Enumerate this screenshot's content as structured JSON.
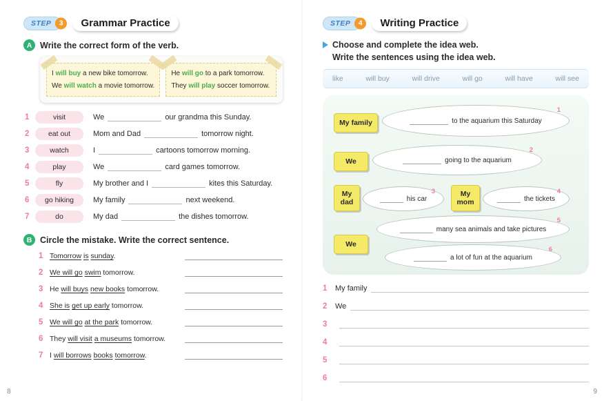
{
  "colors": {
    "step_badge_bg": "#cfe6f7",
    "step_text": "#3b7fc4",
    "step_number_bg": "#f39a2a",
    "section_marker_green": "#2fb273",
    "example_verb_green": "#4cae4f",
    "item_number_pink": "#ef7ba2",
    "verb_pill_pink": "#fbe3ea",
    "web_box_yellow": "#f5e968",
    "web_background_green": "#e9f4ee",
    "word_bank_text": "#8b99ab"
  },
  "left_page": {
    "step_label": "STEP",
    "step_number": "3",
    "title": "Grammar Practice",
    "page_number": "8",
    "section_a": {
      "marker": "A",
      "heading": "Write the correct form of the verb.",
      "example_left": [
        {
          "pre": "I ",
          "verb": "will buy",
          "post": " a new bike tomorrow."
        },
        {
          "pre": "We ",
          "verb": "will watch",
          "post": " a movie tomorrow."
        }
      ],
      "example_right": [
        {
          "pre": "He ",
          "verb": "will go",
          "post": " to a park tomorrow."
        },
        {
          "pre": "They ",
          "verb": "will play",
          "post": " soccer tomorrow."
        }
      ],
      "items": [
        {
          "num": "1",
          "verb": "visit",
          "pre": "We",
          "post": "our grandma this Sunday."
        },
        {
          "num": "2",
          "verb": "eat out",
          "pre": "Mom and Dad",
          "post": "tomorrow night."
        },
        {
          "num": "3",
          "verb": "watch",
          "pre": "I",
          "post": "cartoons tomorrow morning."
        },
        {
          "num": "4",
          "verb": "play",
          "pre": "We",
          "post": "card games tomorrow."
        },
        {
          "num": "5",
          "verb": "fly",
          "pre": "My brother and I",
          "post": "kites this Saturday."
        },
        {
          "num": "6",
          "verb": "go hiking",
          "pre": "My family",
          "post": "next weekend."
        },
        {
          "num": "7",
          "verb": "do",
          "pre": "My dad",
          "post": "the dishes tomorrow."
        }
      ]
    },
    "section_b": {
      "marker": "B",
      "heading": "Circle the mistake. Write the correct sentence.",
      "items": [
        {
          "num": "1",
          "segments": [
            {
              "t": "Tomorrow",
              "u": true
            },
            {
              "t": " ",
              "u": false
            },
            {
              "t": "is",
              "u": true
            },
            {
              "t": " ",
              "u": false
            },
            {
              "t": "sunday",
              "u": true
            },
            {
              "t": ".",
              "u": false
            }
          ]
        },
        {
          "num": "2",
          "segments": [
            {
              "t": "We will go",
              "u": true
            },
            {
              "t": " ",
              "u": false
            },
            {
              "t": "swim",
              "u": true
            },
            {
              "t": " tomorrow.",
              "u": false
            }
          ]
        },
        {
          "num": "3",
          "segments": [
            {
              "t": "He ",
              "u": false
            },
            {
              "t": "will buys",
              "u": true
            },
            {
              "t": " ",
              "u": false
            },
            {
              "t": "new books",
              "u": true
            },
            {
              "t": " tomorrow.",
              "u": false
            }
          ]
        },
        {
          "num": "4",
          "segments": [
            {
              "t": "She is",
              "u": true
            },
            {
              "t": " ",
              "u": false
            },
            {
              "t": "get up early",
              "u": true
            },
            {
              "t": " tomorrow.",
              "u": false
            }
          ]
        },
        {
          "num": "5",
          "segments": [
            {
              "t": "We will go",
              "u": true
            },
            {
              "t": " ",
              "u": false
            },
            {
              "t": "at the park",
              "u": true
            },
            {
              "t": " tomorrow.",
              "u": false
            }
          ]
        },
        {
          "num": "6",
          "segments": [
            {
              "t": "They ",
              "u": false
            },
            {
              "t": "will visit",
              "u": true
            },
            {
              "t": " ",
              "u": false
            },
            {
              "t": "a museums",
              "u": true
            },
            {
              "t": " tomorrow.",
              "u": false
            }
          ]
        },
        {
          "num": "7",
          "segments": [
            {
              "t": "I ",
              "u": false
            },
            {
              "t": "will borrows",
              "u": true
            },
            {
              "t": " ",
              "u": false
            },
            {
              "t": "books",
              "u": true
            },
            {
              "t": " ",
              "u": false
            },
            {
              "t": "tomorrow",
              "u": true
            },
            {
              "t": ".",
              "u": false
            }
          ]
        }
      ]
    }
  },
  "right_page": {
    "step_label": "STEP",
    "step_number": "4",
    "title": "Writing Practice",
    "page_number": "9",
    "instruction_line1": "Choose and complete the idea web.",
    "instruction_line2": "Write the sentences using the idea web.",
    "word_bank": [
      "like",
      "will buy",
      "will drive",
      "will go",
      "will have",
      "will see"
    ],
    "web": {
      "row1": {
        "box": "My family",
        "oval_text": "to the aquarium this Saturday",
        "num": "1"
      },
      "row2": {
        "box": "We",
        "oval_text": "going to the aquarium",
        "num": "2"
      },
      "row3": {
        "box1": "My dad",
        "oval1_text": "his car",
        "num1": "3",
        "box2": "My mom",
        "oval2_text": "the tickets",
        "num2": "4"
      },
      "row4": {
        "box": "We",
        "oval1_text": "many sea animals and take pictures",
        "num1": "5",
        "oval2_text": "a lot of fun at the aquarium",
        "num2": "6"
      }
    },
    "writing_items": [
      {
        "num": "1",
        "lead": "My family"
      },
      {
        "num": "2",
        "lead": "We"
      },
      {
        "num": "3",
        "lead": ""
      },
      {
        "num": "4",
        "lead": ""
      },
      {
        "num": "5",
        "lead": ""
      },
      {
        "num": "6",
        "lead": ""
      }
    ]
  }
}
